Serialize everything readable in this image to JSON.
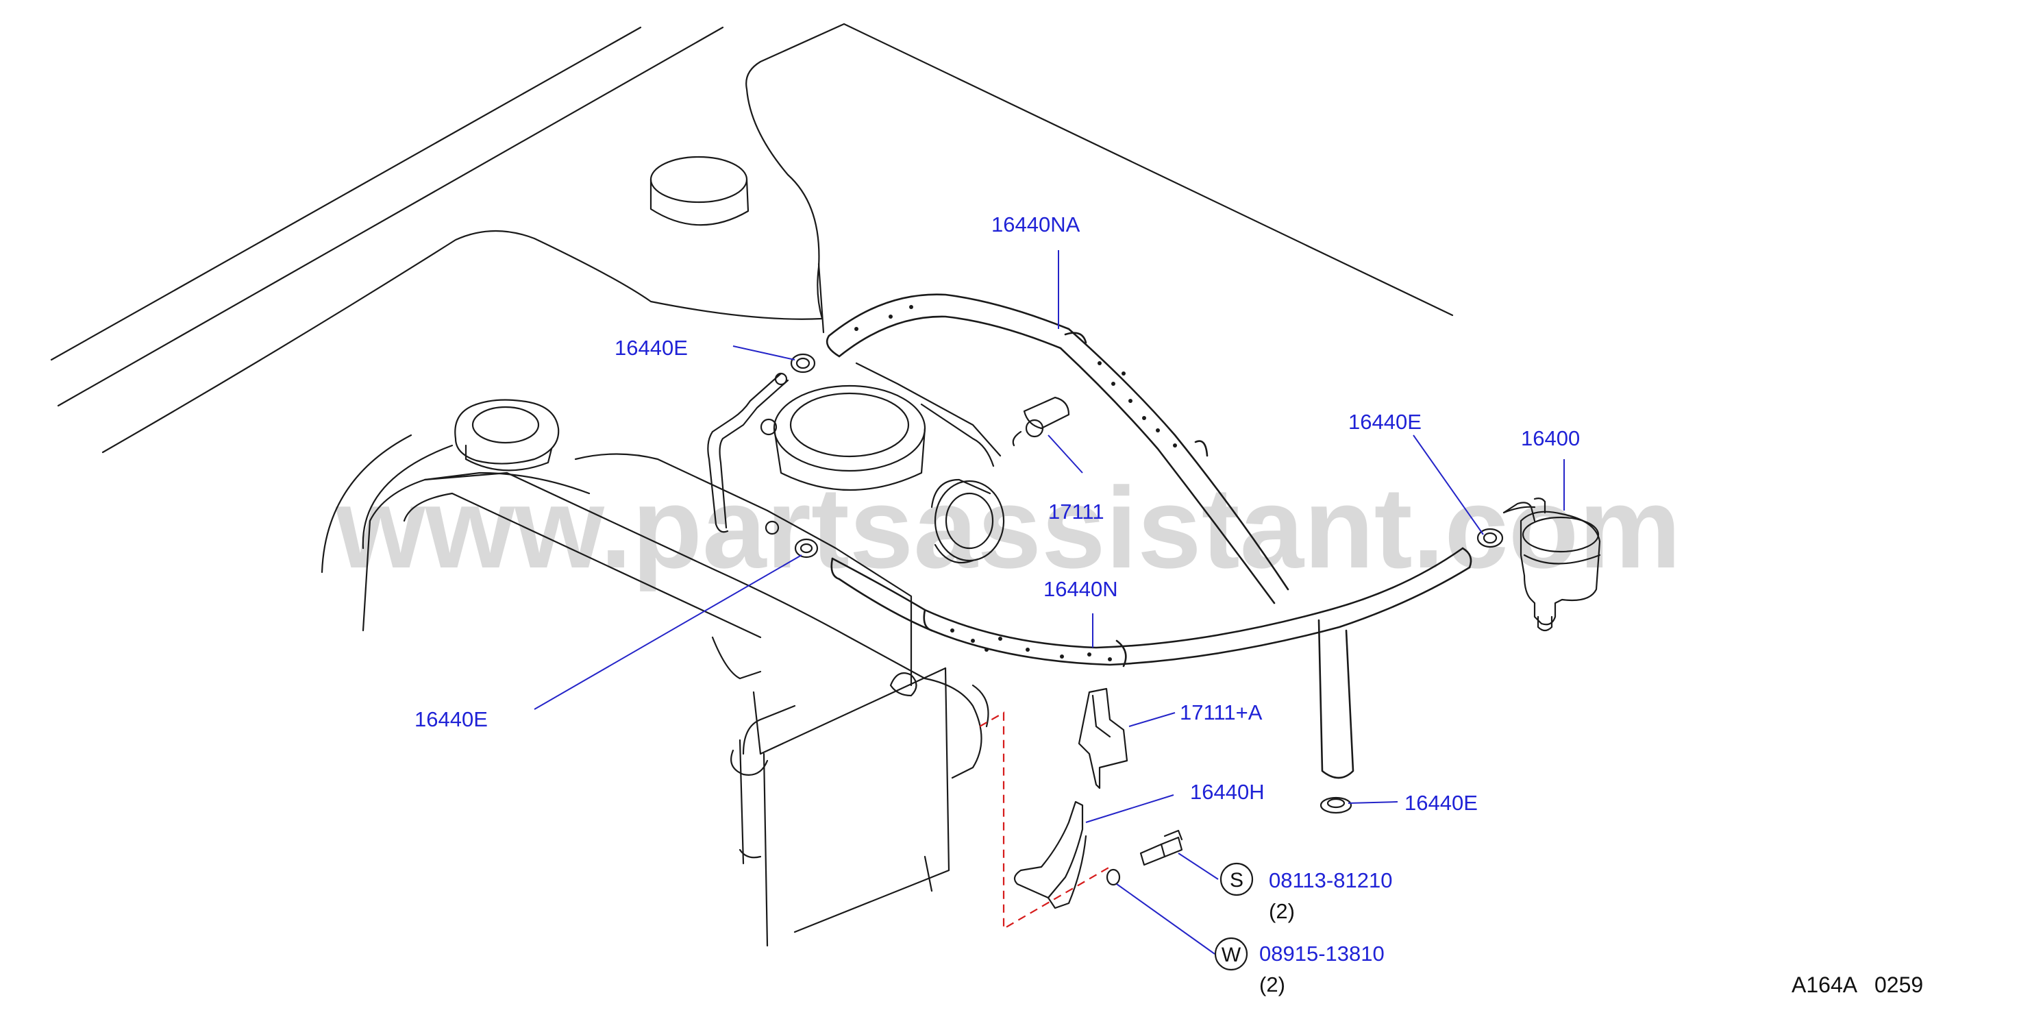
{
  "watermark": "www.partsassistant.com",
  "reference": "A164A   0259",
  "accent_color": "#1f22d6",
  "callouts": [
    {
      "id": "c-16440NA",
      "part": "16440NA"
    },
    {
      "id": "c-16440E-1",
      "part": "16440E"
    },
    {
      "id": "c-17111",
      "part": "17111"
    },
    {
      "id": "c-16440E-2",
      "part": "16440E"
    },
    {
      "id": "c-16400",
      "part": "16400"
    },
    {
      "id": "c-16440N",
      "part": "16440N"
    },
    {
      "id": "c-16440E-3",
      "part": "16440E"
    },
    {
      "id": "c-17111A",
      "part": "17111+A"
    },
    {
      "id": "c-16440H",
      "part": "16440H"
    },
    {
      "id": "c-16440E-4",
      "part": "16440E"
    }
  ],
  "fasteners": [
    {
      "symbol": "S",
      "part": "08113-81210",
      "qty": "(2)"
    },
    {
      "symbol": "W",
      "part": "08915-13810",
      "qty": "(2)"
    }
  ]
}
